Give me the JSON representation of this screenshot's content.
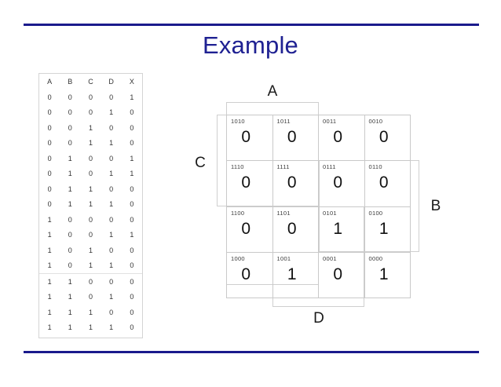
{
  "slide": {
    "title": "Example",
    "accent_color": "#1f2192",
    "rule_color": "#1a1a8c",
    "background": "#ffffff"
  },
  "truth_table": {
    "columns": [
      "A",
      "B",
      "C",
      "D",
      "X"
    ],
    "rows": [
      [
        "0",
        "0",
        "0",
        "0",
        "1"
      ],
      [
        "0",
        "0",
        "0",
        "1",
        "0"
      ],
      [
        "0",
        "0",
        "1",
        "0",
        "0"
      ],
      [
        "0",
        "0",
        "1",
        "1",
        "0"
      ],
      [
        "0",
        "1",
        "0",
        "0",
        "1"
      ],
      [
        "0",
        "1",
        "0",
        "1",
        "1"
      ],
      [
        "0",
        "1",
        "1",
        "0",
        "0"
      ],
      [
        "0",
        "1",
        "1",
        "1",
        "0"
      ],
      [
        "1",
        "0",
        "0",
        "0",
        "0"
      ],
      [
        "1",
        "0",
        "0",
        "1",
        "1"
      ],
      [
        "1",
        "0",
        "1",
        "0",
        "0"
      ],
      [
        "1",
        "0",
        "1",
        "1",
        "0"
      ],
      [
        "1",
        "1",
        "0",
        "0",
        "0"
      ],
      [
        "1",
        "1",
        "0",
        "1",
        "0"
      ],
      [
        "1",
        "1",
        "1",
        "0",
        "0"
      ],
      [
        "1",
        "1",
        "1",
        "1",
        "0"
      ]
    ],
    "separator_after_row_index": 11
  },
  "kmap": {
    "variables": {
      "a": "A",
      "b": "B",
      "c": "C",
      "d": "D"
    },
    "cells": [
      {
        "label": "1010",
        "value": "0"
      },
      {
        "label": "1011",
        "value": "0"
      },
      {
        "label": "0011",
        "value": "0"
      },
      {
        "label": "0010",
        "value": "0"
      },
      {
        "label": "1110",
        "value": "0"
      },
      {
        "label": "1111",
        "value": "0"
      },
      {
        "label": "0111",
        "value": "0"
      },
      {
        "label": "0110",
        "value": "0"
      },
      {
        "label": "1100",
        "value": "0"
      },
      {
        "label": "1101",
        "value": "0"
      },
      {
        "label": "0101",
        "value": "1"
      },
      {
        "label": "0100",
        "value": "1"
      },
      {
        "label": "1000",
        "value": "0"
      },
      {
        "label": "1001",
        "value": "1"
      },
      {
        "label": "0001",
        "value": "0"
      },
      {
        "label": "0000",
        "value": "1"
      }
    ]
  }
}
